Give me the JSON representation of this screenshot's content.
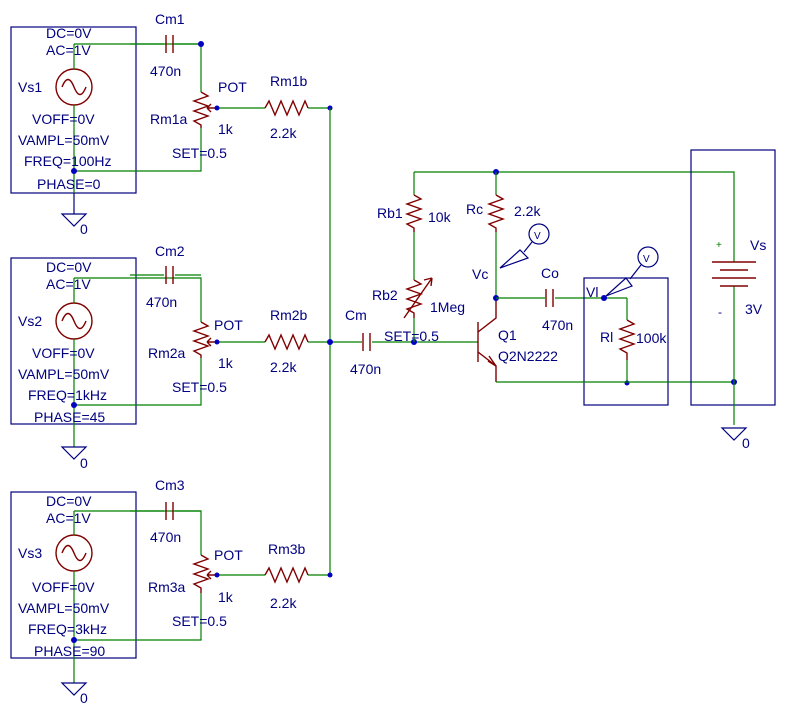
{
  "sources": [
    {
      "id": "vs1",
      "name": "Vs1",
      "dc": "DC=0V",
      "ac": "AC=1V",
      "voff": "VOFF=0V",
      "vampl": "VAMPL=50mV",
      "freq": "FREQ=100Hz",
      "phase": "PHASE=0",
      "gnd": "0",
      "cap": "Cm1",
      "cap_val": "470n",
      "pot_type": "POT",
      "pot": "Rm1a",
      "pot_val": "1k",
      "pot_set": "SET=0.5",
      "res": "Rm1b",
      "res_val": "2.2k"
    },
    {
      "id": "vs2",
      "name": "Vs2",
      "dc": "DC=0V",
      "ac": "AC=1V",
      "voff": "VOFF=0V",
      "vampl": "VAMPL=50mV",
      "freq": "FREQ=1kHz",
      "phase": "PHASE=45",
      "gnd": "0",
      "cap": "Cm2",
      "cap_val": "470n",
      "pot_type": "POT",
      "pot": "Rm2a",
      "pot_val": "1k",
      "pot_set": "SET=0.5",
      "res": "Rm2b",
      "res_val": "2.2k"
    },
    {
      "id": "vs3",
      "name": "Vs3",
      "dc": "DC=0V",
      "ac": "AC=1V",
      "voff": "VOFF=0V",
      "vampl": "VAMPL=50mV",
      "freq": "FREQ=3kHz",
      "phase": "PHASE=90",
      "gnd": "0",
      "cap": "Cm3",
      "cap_val": "470n",
      "pot_type": "POT",
      "pot": "Rm3a",
      "pot_val": "1k",
      "pot_set": "SET=0.5",
      "res": "Rm3b",
      "res_val": "2.2k"
    }
  ],
  "cm": {
    "name": "Cm",
    "value": "470n"
  },
  "rb1": {
    "name": "Rb1",
    "value": "10k"
  },
  "rb2": {
    "name": "Rb2",
    "value": "1Meg",
    "set": "SET=0.5"
  },
  "rc": {
    "name": "Rc",
    "value": "2.2k"
  },
  "q1": {
    "name": "Q1",
    "model": "Q2N2222"
  },
  "co": {
    "name": "Co",
    "value": "470n"
  },
  "rl": {
    "name": "Rl",
    "value": "100k"
  },
  "vs": {
    "name": "Vs",
    "value": "3V",
    "plus": "+",
    "minus": "-"
  },
  "nets": {
    "vc": "Vc",
    "vl": "Vl"
  },
  "probes": {
    "vc": "V",
    "vl": "V"
  },
  "grounds": {
    "main": "0"
  }
}
